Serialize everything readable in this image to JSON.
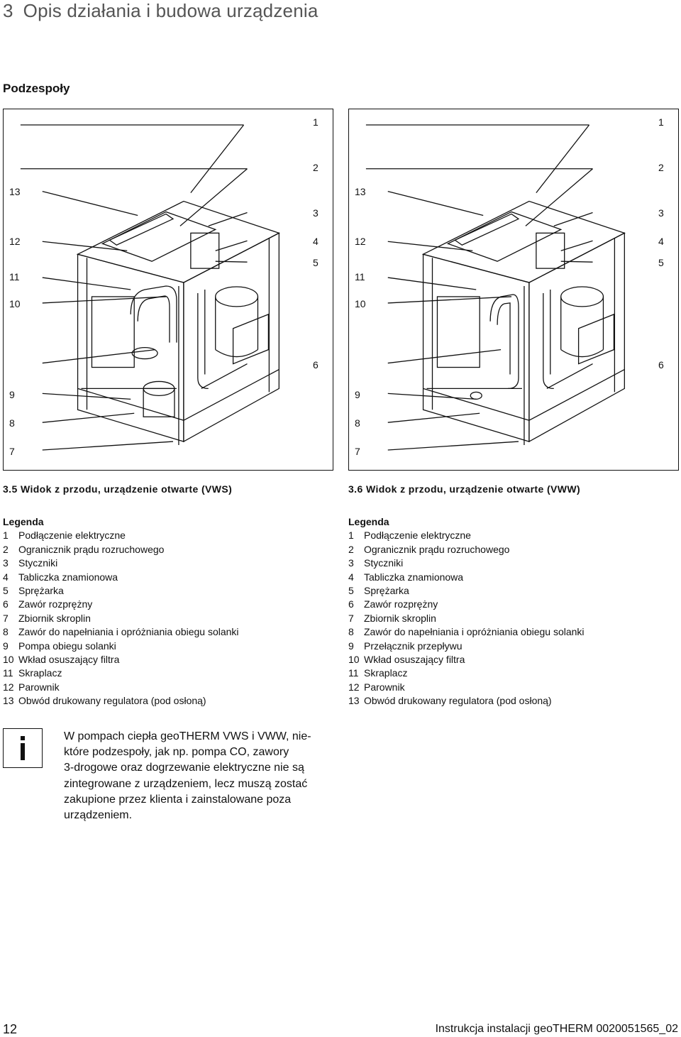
{
  "chapter": {
    "number": "3",
    "title": "Opis działania i budowa urządzenia"
  },
  "section": {
    "heading": "Podzespoły"
  },
  "figures": [
    {
      "caption": "3.5 Widok z przodu, urządzenie otwarte (VWS)",
      "callouts": {
        "c1": "1",
        "c2": "2",
        "c3": "3",
        "c4": "4",
        "c5": "5",
        "c6": "6",
        "c7": "7",
        "c8": "8",
        "c9": "9",
        "c10": "10",
        "c11": "11",
        "c12": "12",
        "c13": "13"
      },
      "legend_title": "Legenda",
      "legend": [
        {
          "n": "1",
          "text": "Podłączenie elektryczne"
        },
        {
          "n": "2",
          "text": "Ogranicznik prądu rozruchowego"
        },
        {
          "n": "3",
          "text": "Styczniki"
        },
        {
          "n": "4",
          "text": "Tabliczka znamionowa"
        },
        {
          "n": "5",
          "text": "Sprężarka"
        },
        {
          "n": "6",
          "text": "Zawór rozprężny"
        },
        {
          "n": "7",
          "text": "Zbiornik skroplin"
        },
        {
          "n": "8",
          "text": "Zawór do napełniania i opróżniania obiegu solanki"
        },
        {
          "n": "9",
          "text": "Pompa obiegu solanki"
        },
        {
          "n": "10",
          "text": "Wkład osuszający filtra"
        },
        {
          "n": "11",
          "text": "Skraplacz"
        },
        {
          "n": "12",
          "text": "Parownik"
        },
        {
          "n": "13",
          "text": "Obwód drukowany regulatora (pod osłoną)"
        }
      ]
    },
    {
      "caption": "3.6 Widok z przodu, urządzenie otwarte (VWW)",
      "callouts": {
        "c1": "1",
        "c2": "2",
        "c3": "3",
        "c4": "4",
        "c5": "5",
        "c6": "6",
        "c7": "7",
        "c8": "8",
        "c9": "9",
        "c10": "10",
        "c11": "11",
        "c12": "12",
        "c13": "13"
      },
      "legend_title": "Legenda",
      "legend": [
        {
          "n": "1",
          "text": "Podłączenie elektryczne"
        },
        {
          "n": "2",
          "text": "Ogranicznik prądu rozruchowego"
        },
        {
          "n": "3",
          "text": "Styczniki"
        },
        {
          "n": "4",
          "text": "Tabliczka znamionowa"
        },
        {
          "n": "5",
          "text": "Sprężarka"
        },
        {
          "n": "6",
          "text": "Zawór rozprężny"
        },
        {
          "n": "7",
          "text": "Zbiornik skroplin"
        },
        {
          "n": "8",
          "text": "Zawór do napełniania i opróżniania obiegu solanki"
        },
        {
          "n": "9",
          "text": "Przełącznik przepływu"
        },
        {
          "n": "10",
          "text": "Wkład osuszający filtra"
        },
        {
          "n": "11",
          "text": "Skraplacz"
        },
        {
          "n": "12",
          "text": "Parownik"
        },
        {
          "n": "13",
          "text": "Obwód drukowany regulatora (pod osłoną)"
        }
      ]
    }
  ],
  "note": {
    "icon": "info-icon",
    "lines": [
      "W pompach ciepła geoTHERM VWS i VWW, nie-",
      "które podzespoły, jak np. pompa CO, zawory",
      "3-drogowe oraz dogrzewanie elektryczne nie są",
      "zintegrowane z urządzeniem, lecz muszą zostać",
      "zakupione przez klienta i zainstalowane poza",
      "urządzeniem."
    ]
  },
  "footer": {
    "page": "12",
    "doc": "Instrukcja instalacji geoTHERM 0020051565_02"
  }
}
